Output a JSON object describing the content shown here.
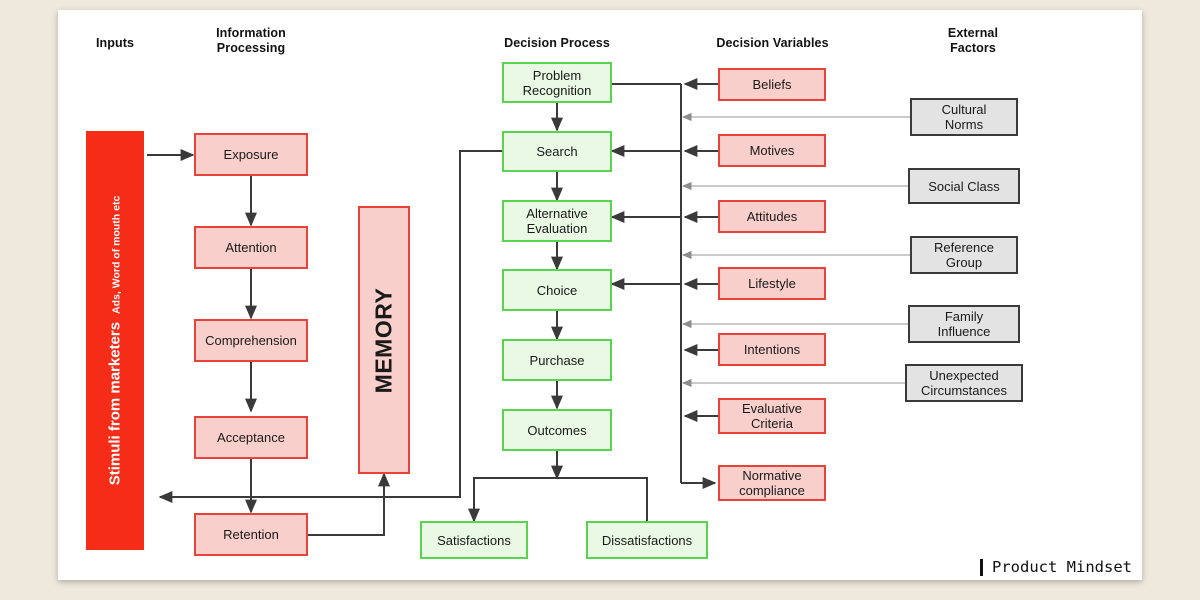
{
  "page": {
    "background": "#efe9dc",
    "card_background": "#ffffff"
  },
  "colors": {
    "red_fill": "#f9cfcc",
    "red_border": "#e8433a",
    "green_fill": "#e9f9e4",
    "green_border": "#5ad44f",
    "gray_fill": "#e3e3e3",
    "gray_border": "#3a3a3a",
    "stimuli_fill": "#f42c18",
    "wire": "#3a3a3a",
    "wire_light": "#b9b9b9"
  },
  "column_titles": {
    "inputs": "Inputs",
    "information_processing": "Information\nProcessing",
    "decision_process": "Decision Process",
    "decision_variables": "Decision Variables",
    "external_factors": "External\nFactors"
  },
  "stimuli": {
    "title": "Stimuli from marketers",
    "subtitle": "Ads, Word of mouth etc"
  },
  "memory": {
    "label": "MEMORY"
  },
  "information_processing": {
    "items": [
      {
        "label": "Exposure"
      },
      {
        "label": "Attention"
      },
      {
        "label": "Comprehension"
      },
      {
        "label": "Acceptance"
      },
      {
        "label": "Retention"
      }
    ]
  },
  "decision_process": {
    "items": [
      {
        "label": "Problem\nRecognition"
      },
      {
        "label": "Search"
      },
      {
        "label": "Alternative\nEvaluation"
      },
      {
        "label": "Choice"
      },
      {
        "label": "Purchase"
      },
      {
        "label": "Outcomes"
      }
    ]
  },
  "outcomes_split": {
    "items": [
      {
        "label": "Satisfactions"
      },
      {
        "label": "Dissatisfactions"
      }
    ]
  },
  "decision_variables": {
    "items": [
      {
        "label": "Beliefs"
      },
      {
        "label": "Motives"
      },
      {
        "label": "Attitudes"
      },
      {
        "label": "Lifestyle"
      },
      {
        "label": "Intentions"
      },
      {
        "label": "Evaluative\nCriteria"
      },
      {
        "label": "Normative\ncompliance"
      }
    ]
  },
  "external_factors": {
    "items": [
      {
        "label": "Cultural\nNorms"
      },
      {
        "label": "Social Class"
      },
      {
        "label": "Reference\nGroup"
      },
      {
        "label": "Family\nInfluence"
      },
      {
        "label": "Unexpected\nCircumstances"
      }
    ]
  },
  "footer": {
    "label": "Product Mindset"
  }
}
